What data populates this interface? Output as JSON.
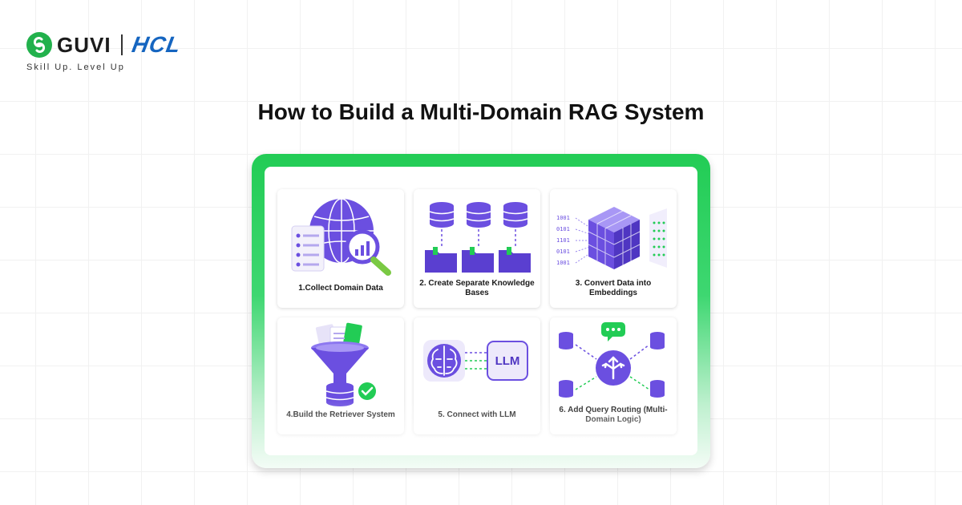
{
  "brand": {
    "name": "GUVI",
    "partner": "HCL",
    "tagline": "Skill Up. Level Up"
  },
  "title": "How to Build a Multi-Domain RAG System",
  "steps": [
    {
      "label": "1.Collect Domain Data",
      "icon": "globe-search-icon"
    },
    {
      "label": "2.  Create Separate Knowledge Bases",
      "icon": "database-folders-icon"
    },
    {
      "label": "3. Convert Data into Embeddings",
      "icon": "cube-embedding-icon"
    },
    {
      "label": "4.Build the Retriever System",
      "icon": "funnel-database-icon"
    },
    {
      "label": "5. Connect with LLM",
      "icon": "brain-llm-icon",
      "badge": "LLM"
    },
    {
      "label": "6. Add Query Routing (Multi-Domain Logic)",
      "icon": "router-icon"
    }
  ],
  "colors": {
    "accent_green": "#22cc55",
    "icon_purple": "#6b4fe0",
    "hcl_blue": "#1565c0"
  }
}
